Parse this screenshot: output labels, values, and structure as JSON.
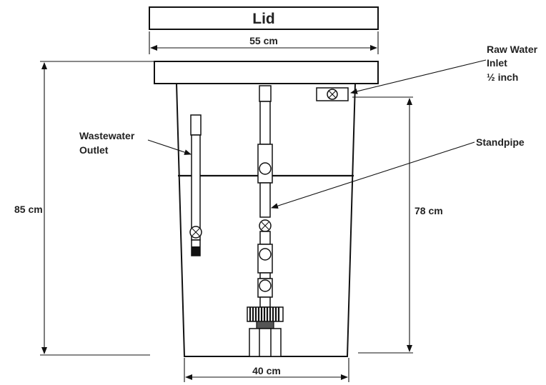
{
  "lid": {
    "label": "Lid"
  },
  "dimensions": {
    "lid_width": "55 cm",
    "total_height": "85 cm",
    "inner_height": "78 cm",
    "base_width": "40 cm"
  },
  "callouts": {
    "raw_water_inlet": [
      "Raw Water",
      "Inlet",
      "½  inch"
    ],
    "wastewater_outlet": [
      "Wastewater",
      "Outlet"
    ],
    "standpipe": "Standpipe"
  }
}
